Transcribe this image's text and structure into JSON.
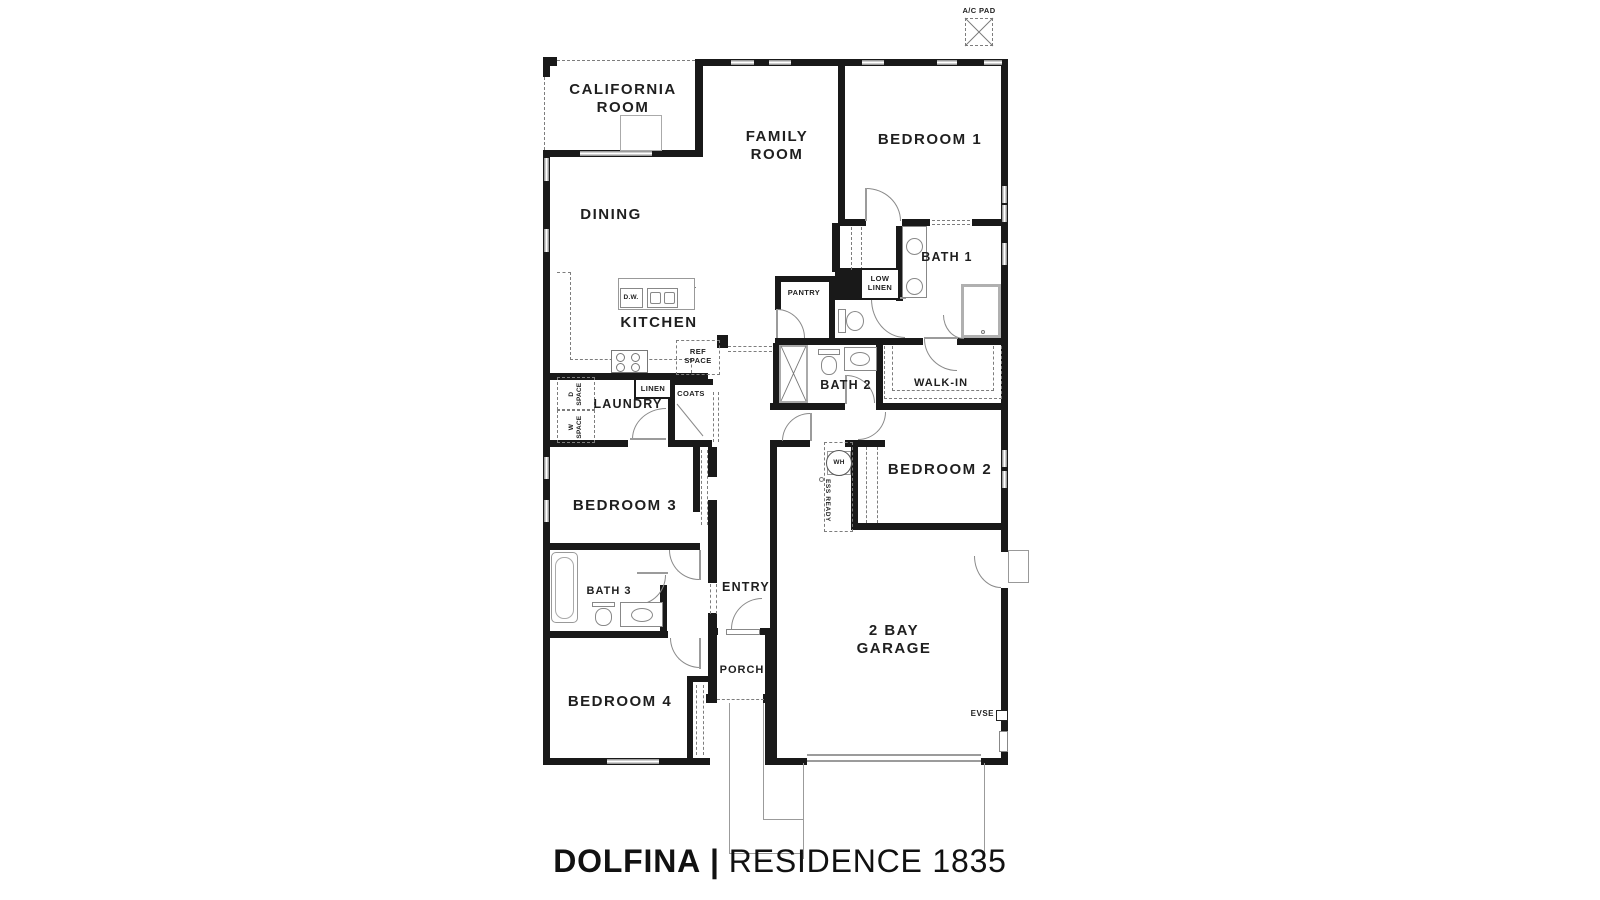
{
  "title": {
    "brand": "DOLFINA",
    "separator": "|",
    "name": "RESIDENCE 1835"
  },
  "labels": {
    "ac_pad": "A/C PAD",
    "california_room": "CALIFORNIA ROOM",
    "family_room": "FAMILY ROOM",
    "bedroom_1": "BEDROOM 1",
    "dining": "DINING",
    "bath_1": "BATH 1",
    "low_linen": "LOW LINEN",
    "pantry": "PANTRY",
    "kitchen": "KITCHEN",
    "dishwasher": "D.W.",
    "ref_space": "REF SPACE",
    "linen": "LINEN",
    "coats": "COATS",
    "laundry": "LAUNDRY",
    "d_space": "D SPACE",
    "w_space": "W SPACE",
    "bath_2": "BATH 2",
    "walk_in": "WALK-IN",
    "water_heater": "WH",
    "ess_ready": "ESS READY",
    "bedroom_2": "BEDROOM 2",
    "bedroom_3": "BEDROOM 3",
    "entry": "ENTRY",
    "bath_3": "BATH 3",
    "garage": "2 BAY GARAGE",
    "porch": "PORCH",
    "bedroom_4": "BEDROOM 4",
    "evse": "EVSE"
  },
  "colors": {
    "wall": "#191919",
    "line": "#9b9b9b",
    "window": "#9c9c9c",
    "text": "#1f1f1f"
  }
}
